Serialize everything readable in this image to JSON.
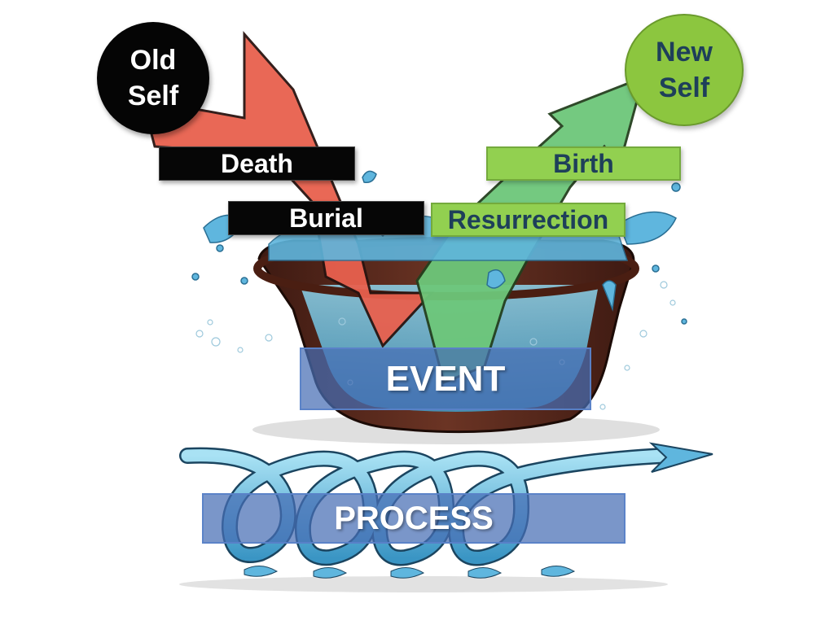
{
  "diagram": {
    "old_self": {
      "line1": "Old",
      "line2": "Self"
    },
    "new_self": {
      "line1": "New",
      "line2": "Self"
    },
    "labels": {
      "death": "Death",
      "burial": "Burial",
      "birth": "Birth",
      "resurrection": "Resurrection"
    },
    "event": "EVENT",
    "process": "PROCESS"
  },
  "colors": {
    "old_self_fill": "#050505",
    "new_self_fill": "#8cc63f",
    "downward_arrow": "#e8604e",
    "upward_arrow": "#6dc77a",
    "water": "#5fb6de",
    "tub": "#5a2a1e",
    "label_band": "#466eb4"
  }
}
